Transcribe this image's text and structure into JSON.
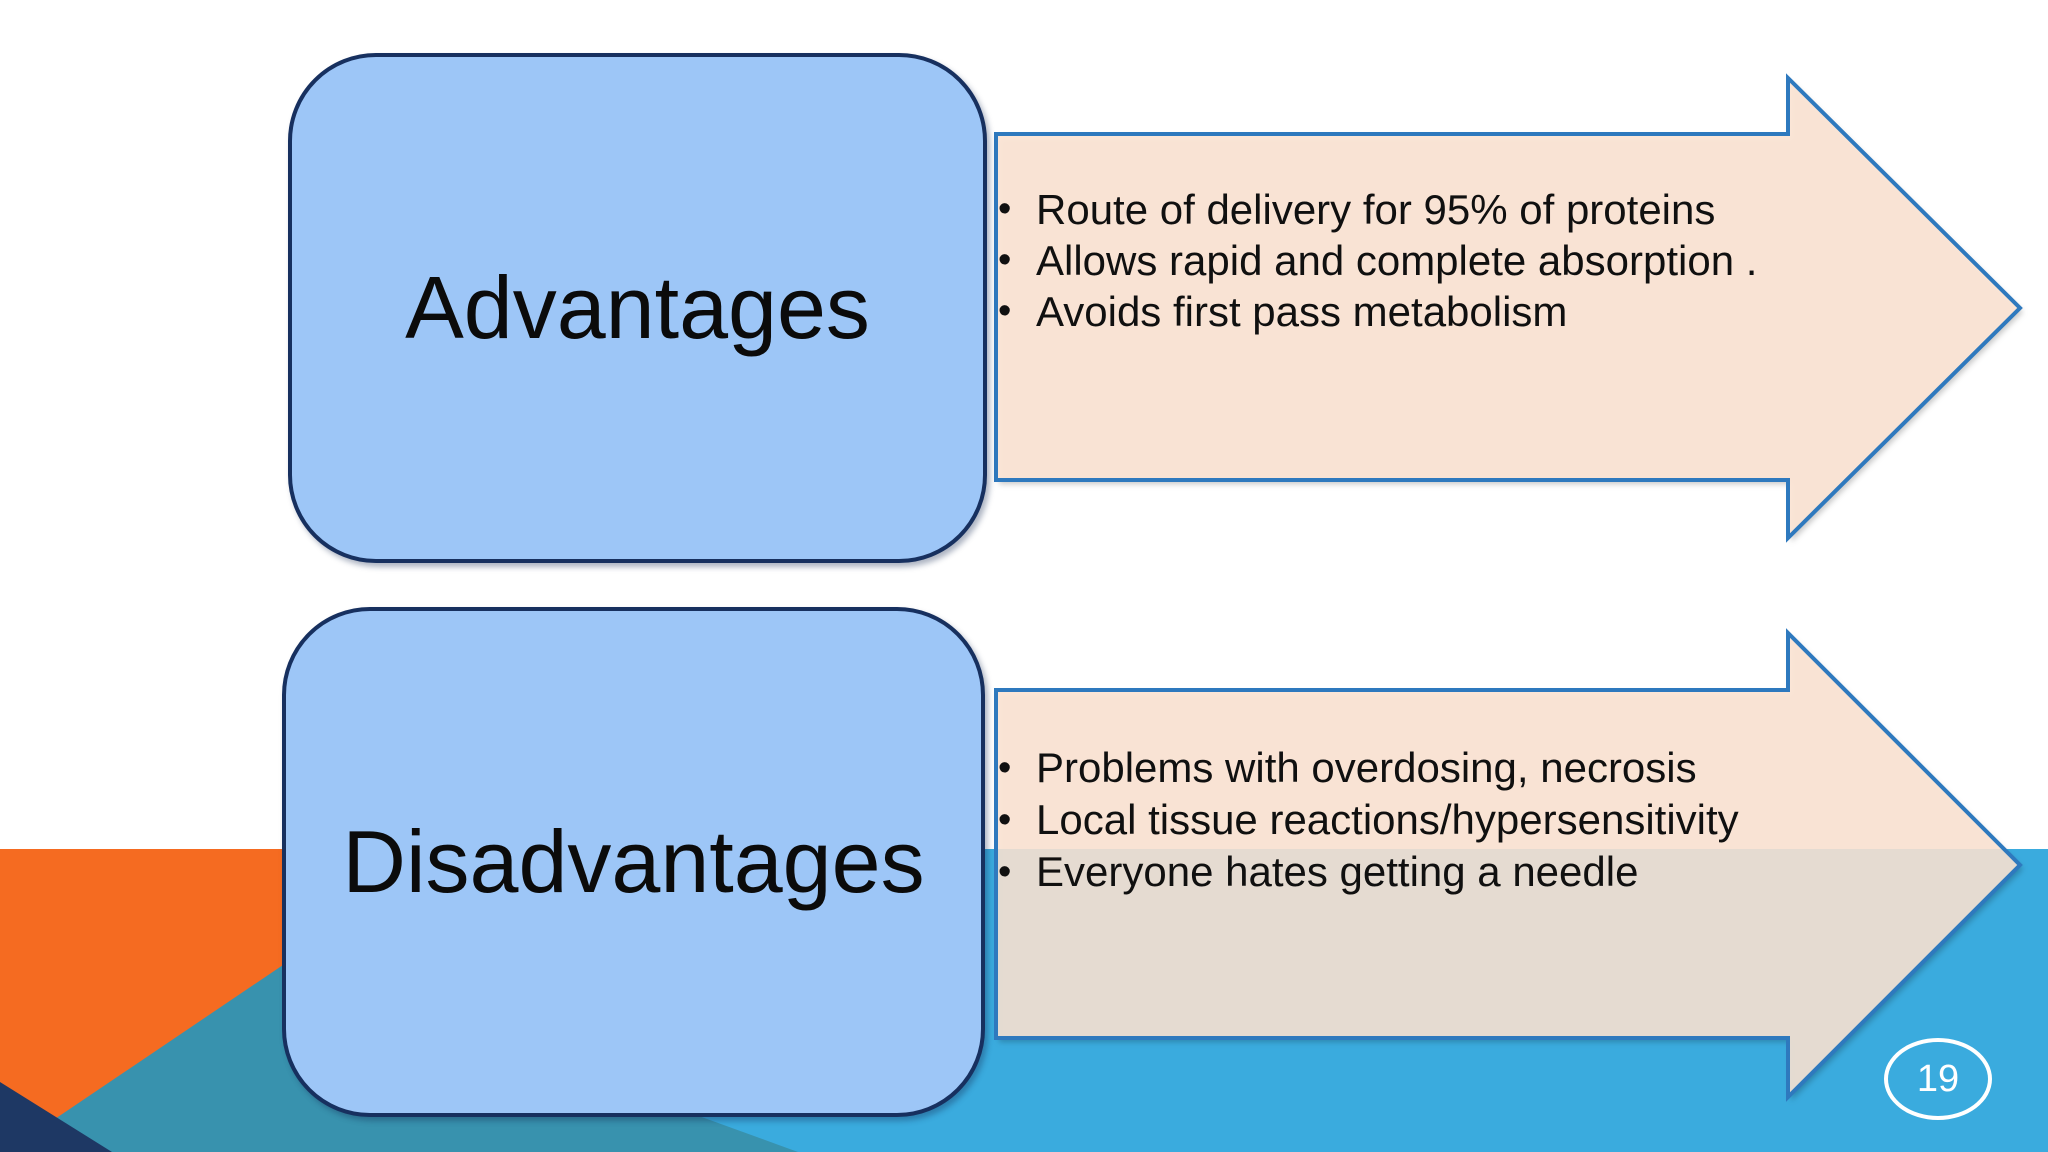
{
  "slide": {
    "page_number": "19",
    "rows": [
      {
        "label": "Advantages",
        "bullets": [
          "Route of delivery for 95% of proteins",
          "Allows rapid and complete absorption .",
          "Avoids first pass metabolism"
        ]
      },
      {
        "label": "Disadvantages",
        "bullets": [
          "Problems with overdosing, necrosis",
          "Local tissue reactions/hypersensitivity",
          "Everyone hates getting a needle"
        ]
      }
    ],
    "glyphs": {
      "bullet": "•"
    },
    "colors": {
      "box_fill": "#9dc6f7",
      "box_border": "#17305f",
      "arrow_fill": "#fbe3d2",
      "arrow_stroke": "#2e79be",
      "band_azure": "#3aabde",
      "accent_orange": "#f56b21",
      "accent_teal": "#3892ae",
      "corner_navy": "#1e3864",
      "badge_ring": "#ffffff",
      "text_black": "#101010"
    }
  }
}
